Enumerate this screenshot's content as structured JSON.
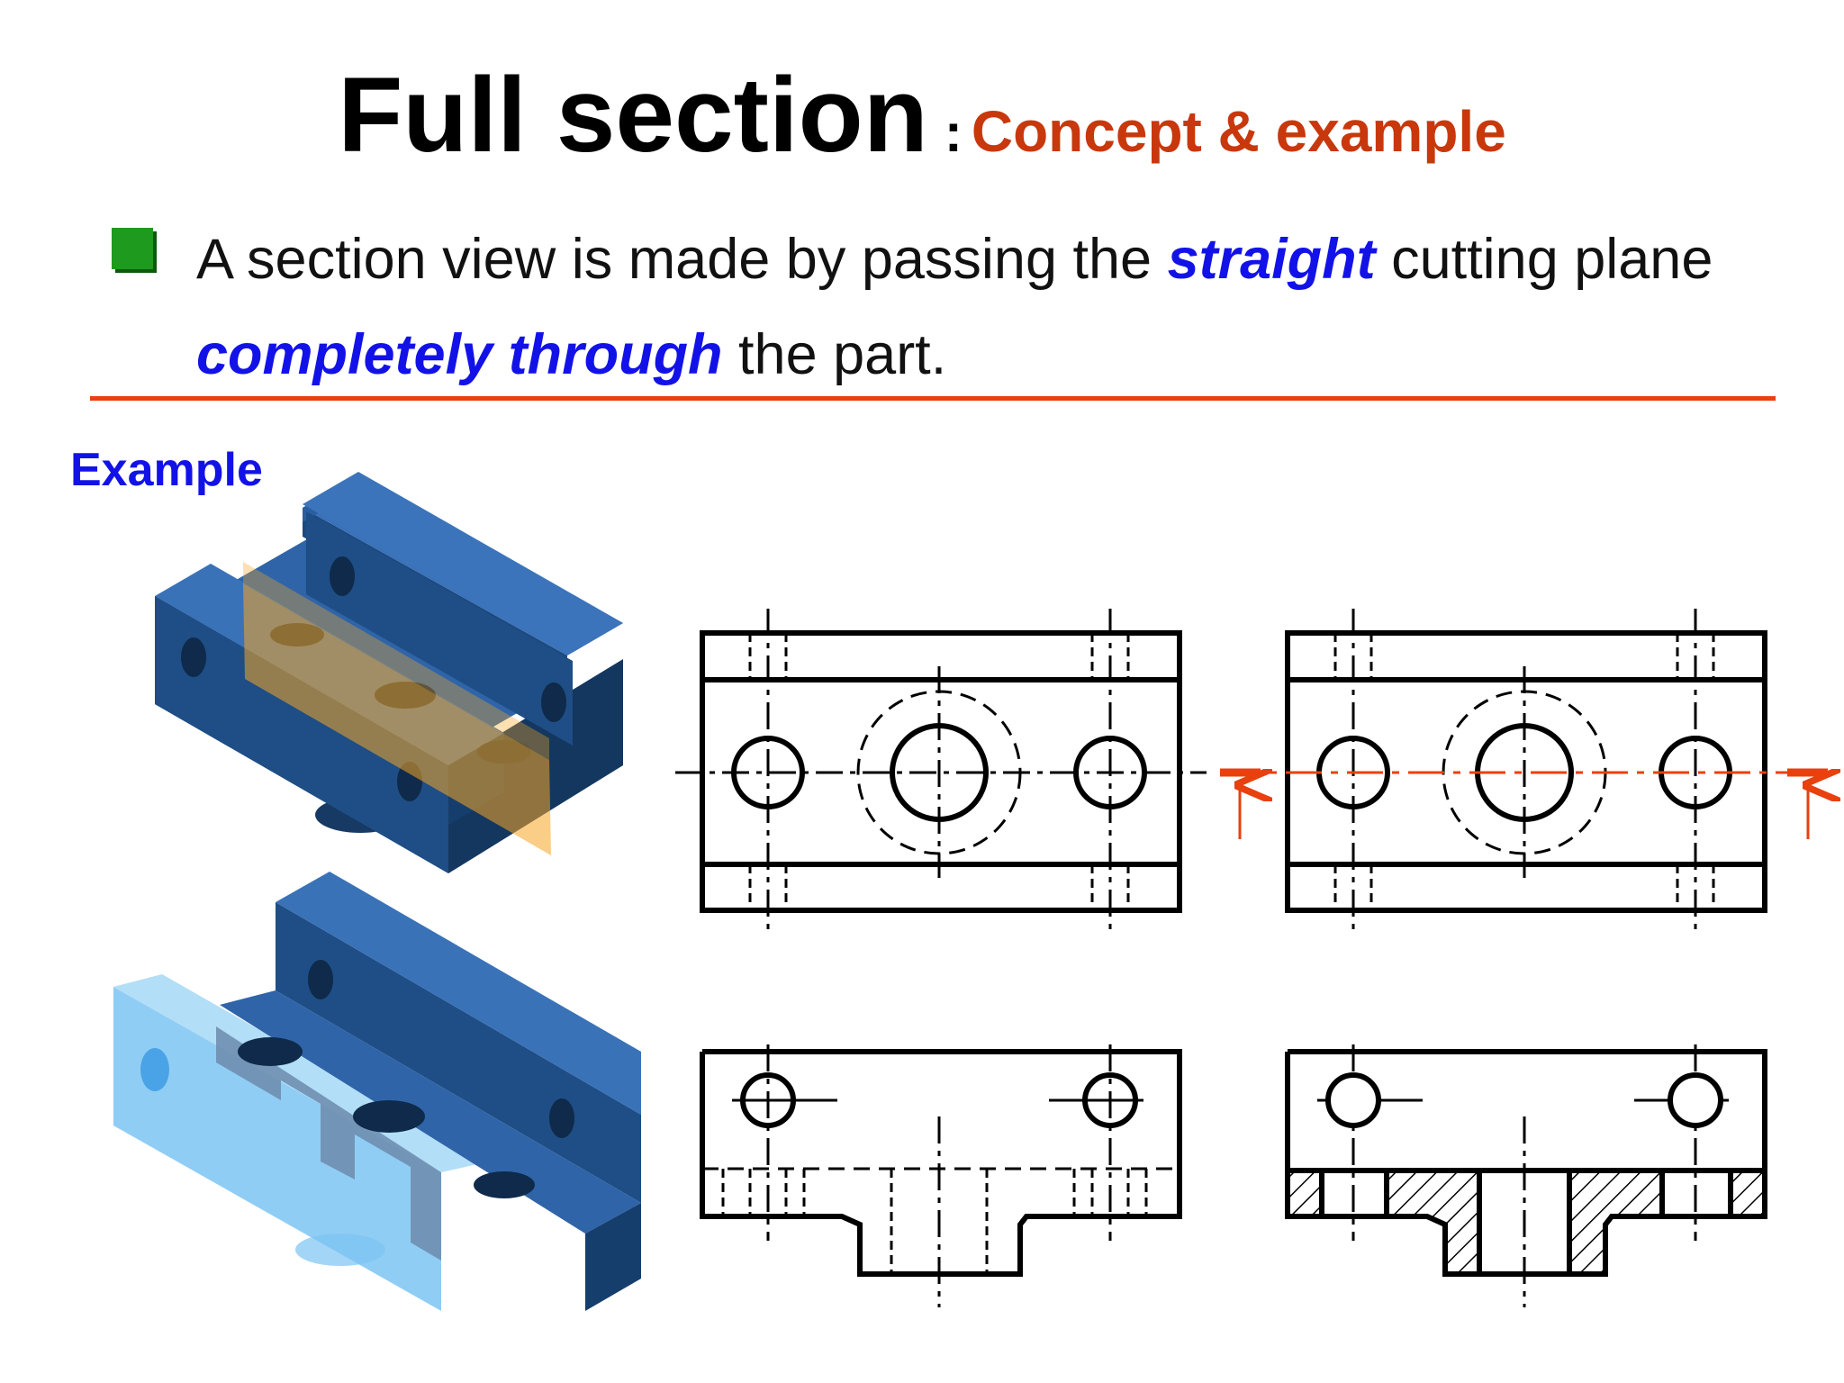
{
  "title": {
    "main": "Full section",
    "colon": ":",
    "subtitle": "Concept & example"
  },
  "bullet": {
    "text_1": "A section view is made by passing the ",
    "emph_1": "straight",
    "text_2": " cutting plane ",
    "emph_2": "completely through",
    "text_3": " the part."
  },
  "example_label": "Example",
  "colors": {
    "title_accent": "#c8380c",
    "emphasis": "#1212e8",
    "bullet": "#1e9a1e",
    "rule": "#e8400e",
    "cutting_plane_line": "#e8400e",
    "part_dark": "#1e4e85",
    "cutting_plane_fill": "#f5a623",
    "removed_part": "#7cc4f2"
  },
  "icons": {
    "bullet": "green-square-bullet-icon",
    "arrows": "viewing-direction-arrow-icon"
  }
}
